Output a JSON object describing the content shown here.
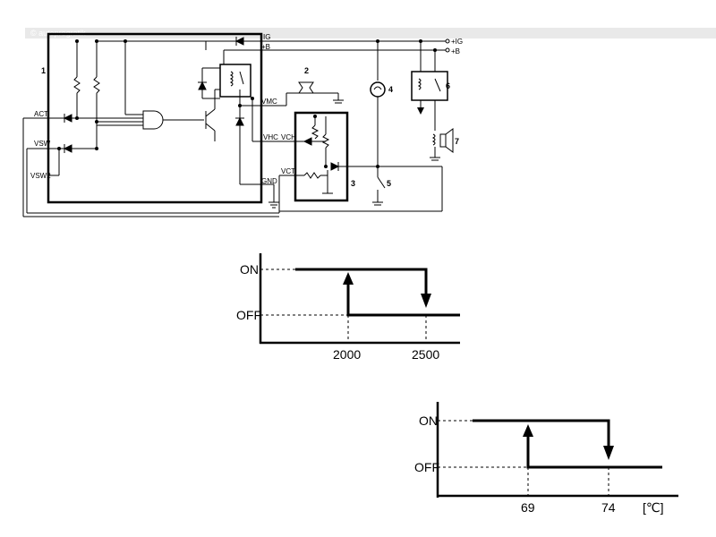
{
  "watermark": "© autoprogratik",
  "circuit": {
    "pins": {
      "ig": "IG",
      "b": "+B",
      "act": "ACT",
      "vsw": "VSW",
      "vsw2": "VSW2",
      "vmc": "VMC",
      "vhc": "VHC",
      "vch": "VCH",
      "vct": "VCT",
      "gnd": "GND",
      "ext_ig": "+IG",
      "ext_b": "+B"
    },
    "callouts": [
      "1",
      "2",
      "3",
      "4",
      "5",
      "6",
      "7"
    ]
  },
  "chart_data": [
    {
      "type": "line",
      "title": "",
      "xlabel": "",
      "ylabel": "",
      "y_levels": [
        "OFF",
        "ON"
      ],
      "x_ticks": [
        "2000",
        "2500"
      ],
      "series": [
        {
          "direction": "rising",
          "switch_on_at": 2000
        },
        {
          "direction": "falling",
          "switch_off_at": 2500
        }
      ]
    },
    {
      "type": "line",
      "title": "",
      "xlabel": "[℃]",
      "ylabel": "",
      "y_levels": [
        "OFF",
        "ON"
      ],
      "x_ticks": [
        "69",
        "74"
      ],
      "series": [
        {
          "direction": "rising",
          "switch_on_at": 69
        },
        {
          "direction": "falling",
          "switch_off_at": 74
        }
      ]
    }
  ]
}
